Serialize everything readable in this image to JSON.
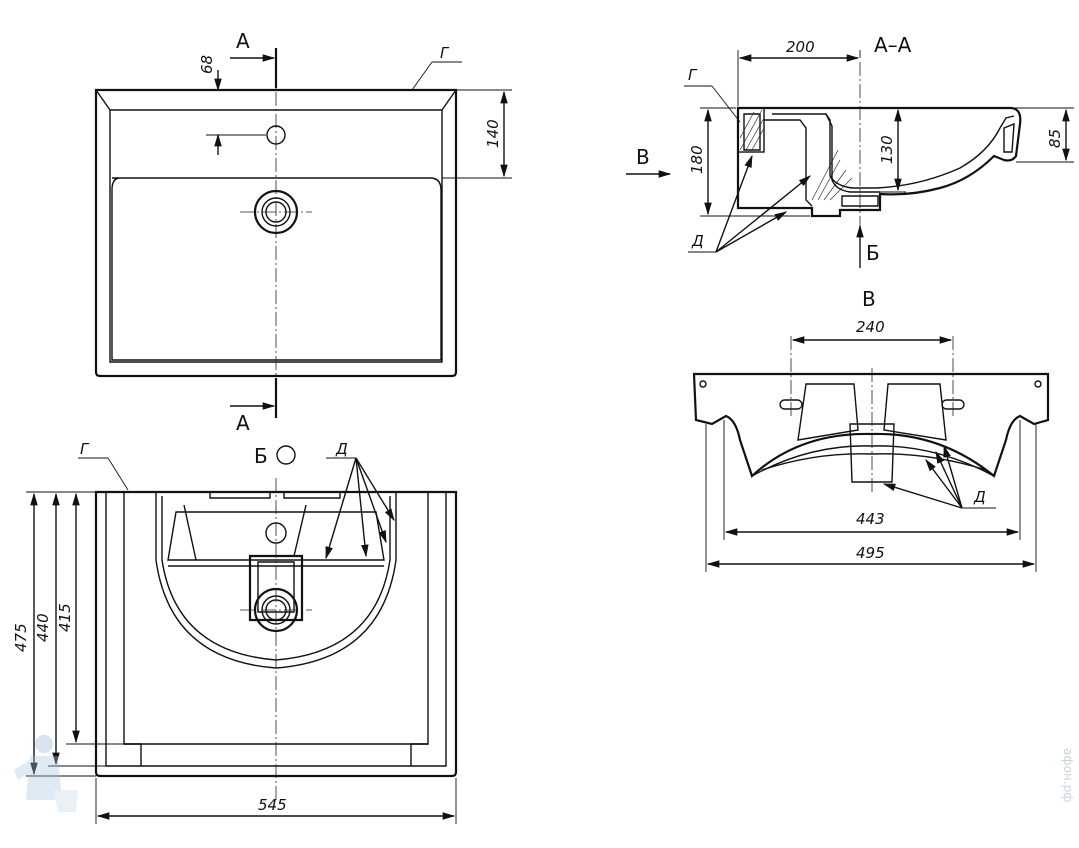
{
  "section_marks": {
    "section_a": "А",
    "section_b": "Б",
    "view_v": "В",
    "section_aa": "А–А"
  },
  "callouts": {
    "g": "Г",
    "d": "Д"
  },
  "dimensions": {
    "top_68": "68",
    "top_140": "140",
    "front_475": "475",
    "front_440": "440",
    "front_415": "415",
    "front_545": "545",
    "section_200": "200",
    "section_180": "180",
    "section_130": "130",
    "section_85": "85",
    "back_240": "240",
    "back_443": "443",
    "back_495": "495"
  },
  "watermark": "афон.рф"
}
